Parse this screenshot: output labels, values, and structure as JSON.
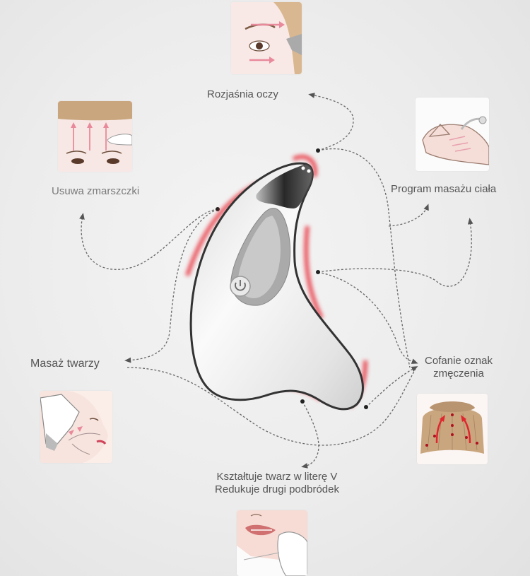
{
  "diagram": {
    "subject": "gua-sha face massage device",
    "labels": {
      "eyes": "Rozjaśnia oczy",
      "wrinkles": "Usuwa zmarszczki",
      "body": "Program masażu ciała",
      "face": "Masaż twarzy",
      "fatigue_line1": "Cofanie oznak",
      "fatigue_line2": "zmęczenia",
      "vshape_line1": "Kształtuje twarz w literę V",
      "vshape_line2": "Redukuje drugi podbródek"
    },
    "thumbnails": [
      {
        "id": "eye-massage",
        "depicts": "eye area with device and arrows"
      },
      {
        "id": "forehead-wrinkles",
        "depicts": "forehead with upward arrows and device"
      },
      {
        "id": "hand-body",
        "depicts": "hand with device on wrist"
      },
      {
        "id": "face-contour",
        "depicts": "cheek side profile with device"
      },
      {
        "id": "scalp",
        "depicts": "scalp hair with red arrows and points"
      },
      {
        "id": "chin-jaw",
        "depicts": "lips and jaw with device"
      }
    ],
    "colors": {
      "background": "#ececec",
      "text": "#555555",
      "text_light": "#7a7a7a",
      "dashed_line": "#666666",
      "glow": "#e8343f",
      "device_body": "#f3f3f3",
      "device_chrome": "#2a2a2a"
    }
  }
}
